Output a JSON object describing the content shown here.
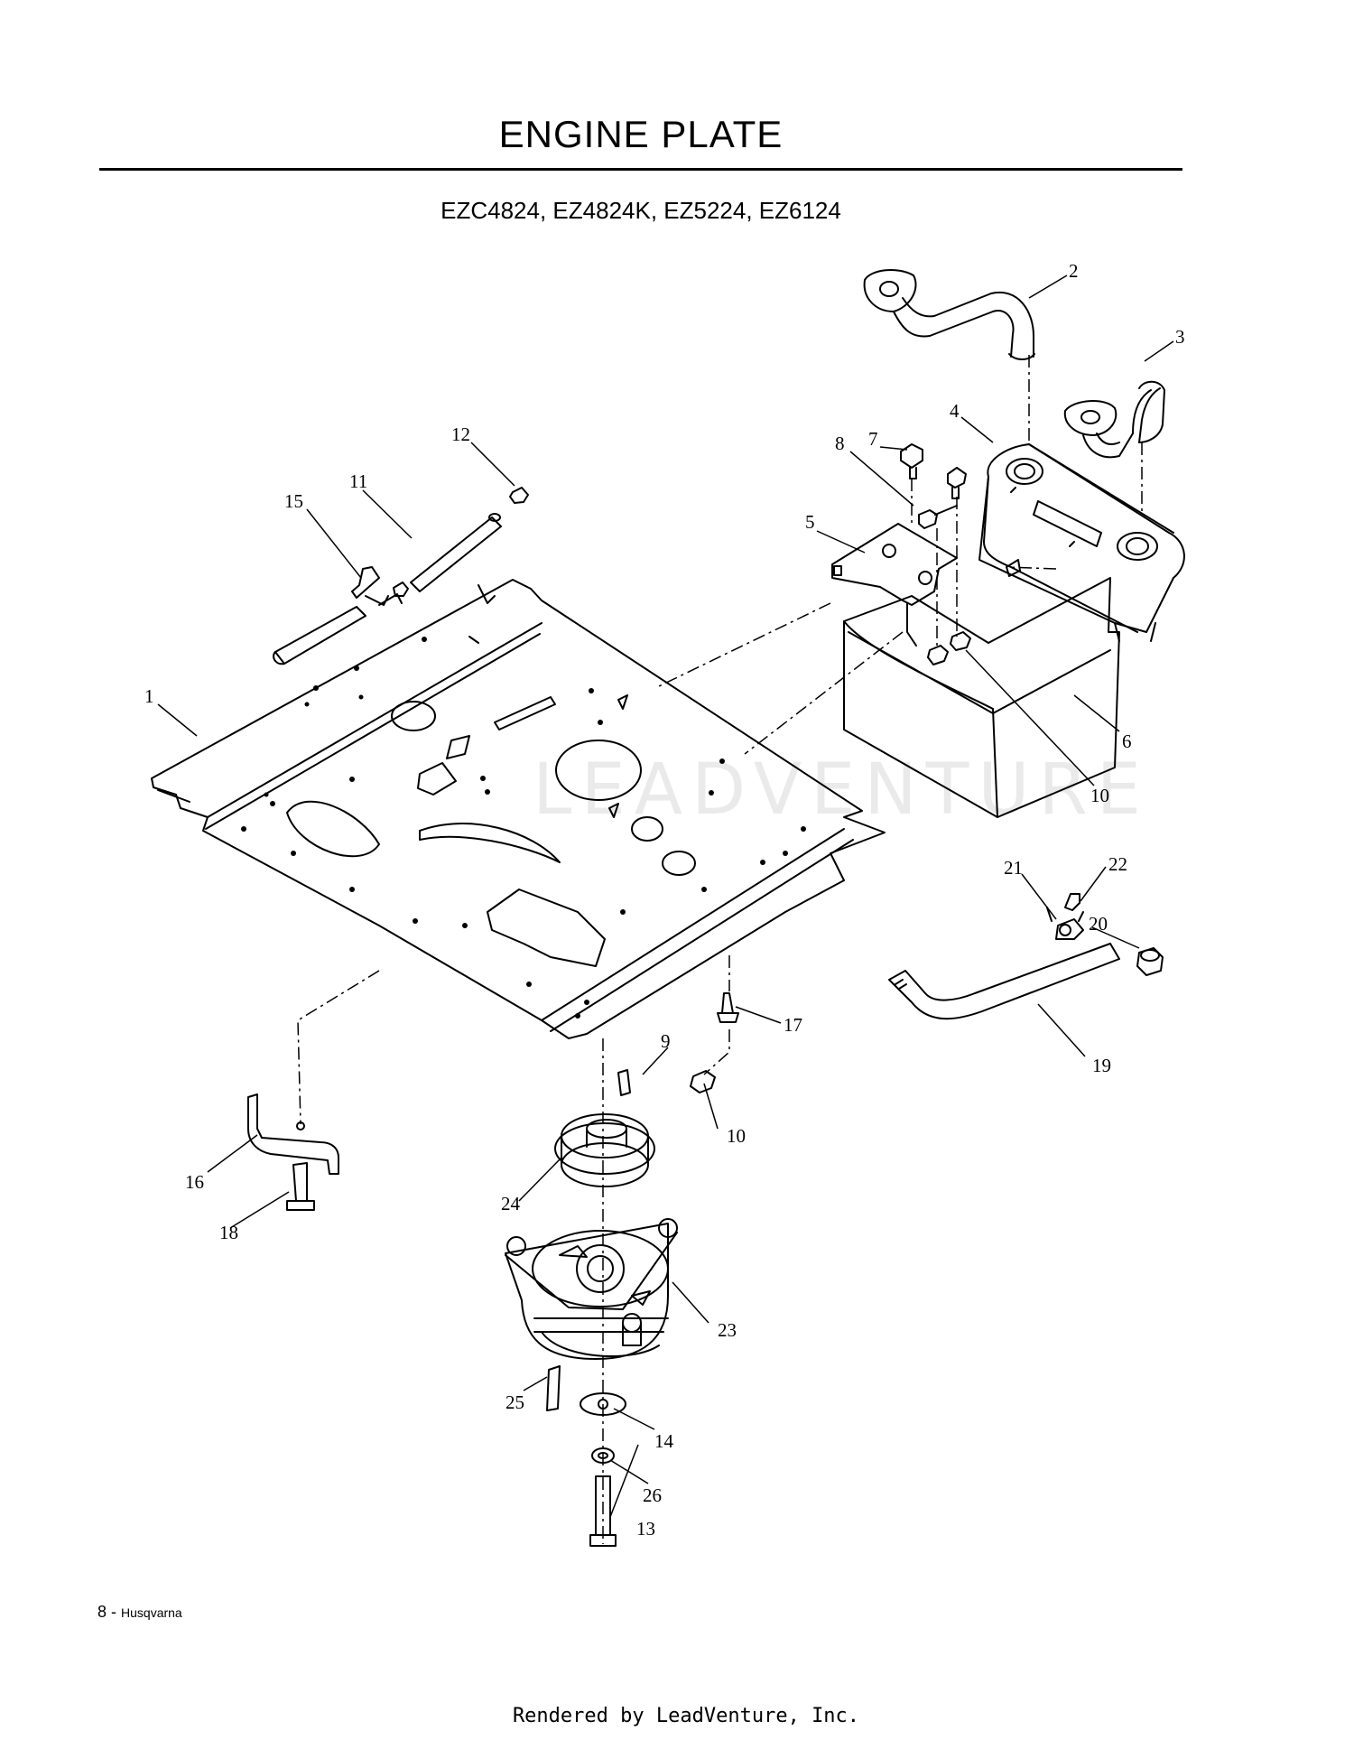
{
  "header": {
    "title": "ENGINE PLATE",
    "models": "EZC4824, EZ4824K, EZ5224, EZ6124"
  },
  "watermark": "LEADVENTURE",
  "callouts": [
    {
      "id": "c1",
      "label": "1"
    },
    {
      "id": "c2",
      "label": "2"
    },
    {
      "id": "c3",
      "label": "3"
    },
    {
      "id": "c4",
      "label": "4"
    },
    {
      "id": "c5",
      "label": "5"
    },
    {
      "id": "c6",
      "label": "6"
    },
    {
      "id": "c7",
      "label": "7"
    },
    {
      "id": "c8",
      "label": "8"
    },
    {
      "id": "c9",
      "label": "9"
    },
    {
      "id": "c10a",
      "label": "10"
    },
    {
      "id": "c10b",
      "label": "10"
    },
    {
      "id": "c11",
      "label": "11"
    },
    {
      "id": "c12",
      "label": "12"
    },
    {
      "id": "c13",
      "label": "13"
    },
    {
      "id": "c14",
      "label": "14"
    },
    {
      "id": "c15",
      "label": "15"
    },
    {
      "id": "c16",
      "label": "16"
    },
    {
      "id": "c17",
      "label": "17"
    },
    {
      "id": "c18",
      "label": "18"
    },
    {
      "id": "c19",
      "label": "19"
    },
    {
      "id": "c20",
      "label": "20"
    },
    {
      "id": "c21",
      "label": "21"
    },
    {
      "id": "c22",
      "label": "22"
    },
    {
      "id": "c23",
      "label": "23"
    },
    {
      "id": "c24",
      "label": "24"
    },
    {
      "id": "c25",
      "label": "25"
    },
    {
      "id": "c26",
      "label": "26"
    }
  ],
  "footer": {
    "page_number": "8",
    "separator": " - ",
    "brand": "Husqvarna",
    "render_note": "Rendered by LeadVenture, Inc."
  }
}
